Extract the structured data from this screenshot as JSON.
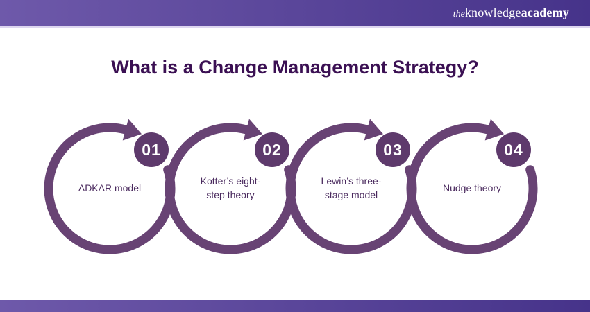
{
  "brand": {
    "the": "the",
    "knowledge": "knowledge",
    "academy": "academy"
  },
  "title": "What is a Change Management Strategy?",
  "steps": [
    {
      "number": "01",
      "label": "ADKAR model"
    },
    {
      "number": "02",
      "label": "Kotter’s eight-\nstep theory"
    },
    {
      "number": "03",
      "label": "Lewin’s three-\nstage model"
    },
    {
      "number": "04",
      "label": "Nudge theory"
    }
  ],
  "colors": {
    "header_left": "#6e59aa",
    "header_right": "#46338a",
    "divider": "#ddd6f0",
    "ring": "#684374",
    "badge": "#5e3a6c",
    "number": "#ffffff",
    "title": "#3b1053",
    "label": "#4a2a5e",
    "bg": "#ffffff"
  }
}
